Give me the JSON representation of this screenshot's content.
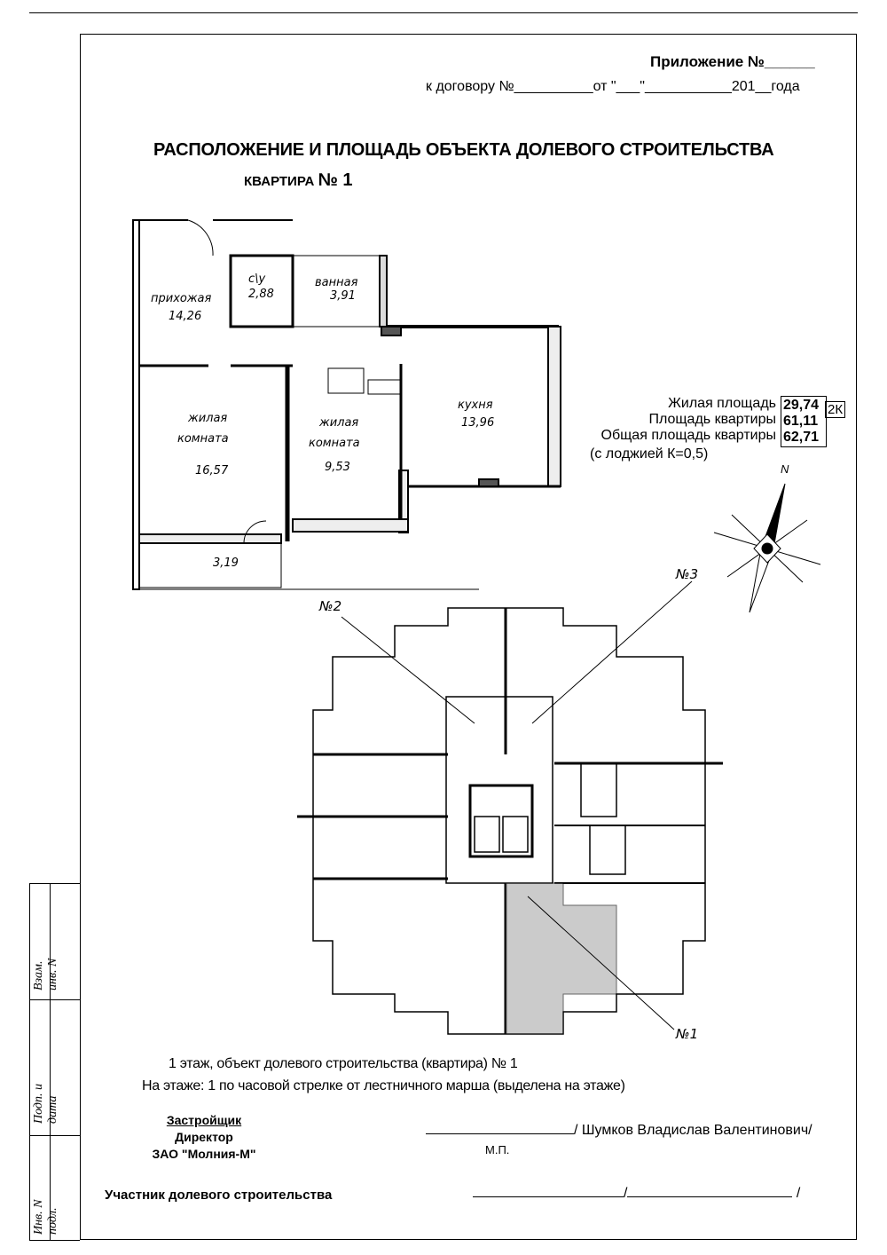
{
  "header": {
    "appendix": "Приложение №______",
    "contract": "к договору №__________от \"___\"___________201__года"
  },
  "title": "РАСПОЛОЖЕНИЕ И ПЛОЩАДЬ ОБЪЕКТА ДОЛЕВОГО СТРОИТЕЛЬСТВА",
  "subtitle_prefix": "КВАРТИРА",
  "subtitle_number": "№ 1",
  "rooms": [
    {
      "name": "прихожая",
      "area": "14,26"
    },
    {
      "name": "с\\у",
      "area": "2,88"
    },
    {
      "name": "ванная",
      "area": "3,91"
    },
    {
      "name": "кухня",
      "area": "13,96"
    },
    {
      "name1": "жилая",
      "name2": "комната",
      "area": "16,57"
    },
    {
      "name1": "жилая",
      "name2": "комната",
      "area": "9,53"
    },
    {
      "area": "3,19"
    }
  ],
  "areas": {
    "living_label": "Жилая площадь",
    "living_value": "29,74",
    "flat_label": "Площадь квартиры",
    "flat_value": "61,11",
    "total_label": "Общая площадь квартиры",
    "total_value": "62,71",
    "note": "(с лоджией К=0,5)",
    "type": "2К"
  },
  "compass": {
    "north": "N"
  },
  "floor_plan": {
    "marker1": "№1",
    "marker2": "№2",
    "marker3": "№3"
  },
  "caption": {
    "line1": "1 этаж, объект долевого строительства (квартира) № 1",
    "line2": "На этаже:  1 по часовой стрелке от лестничного марша (выделена на этаже)"
  },
  "signatures": {
    "developer": "Застройщик",
    "position": "Директор",
    "company": "ЗАО \"Молния-М\"",
    "director_name": "/ Шумков Владислав Валентинович/",
    "stamp": "М.П.",
    "participant": "Участник долевого строительства",
    "slash1": "/",
    "slash2": "/"
  },
  "stamp_block": {
    "inv_replace": "Взам. инв. N",
    "sign_date": "Подп. и дата",
    "inv_orig": "Инв. N подл."
  }
}
